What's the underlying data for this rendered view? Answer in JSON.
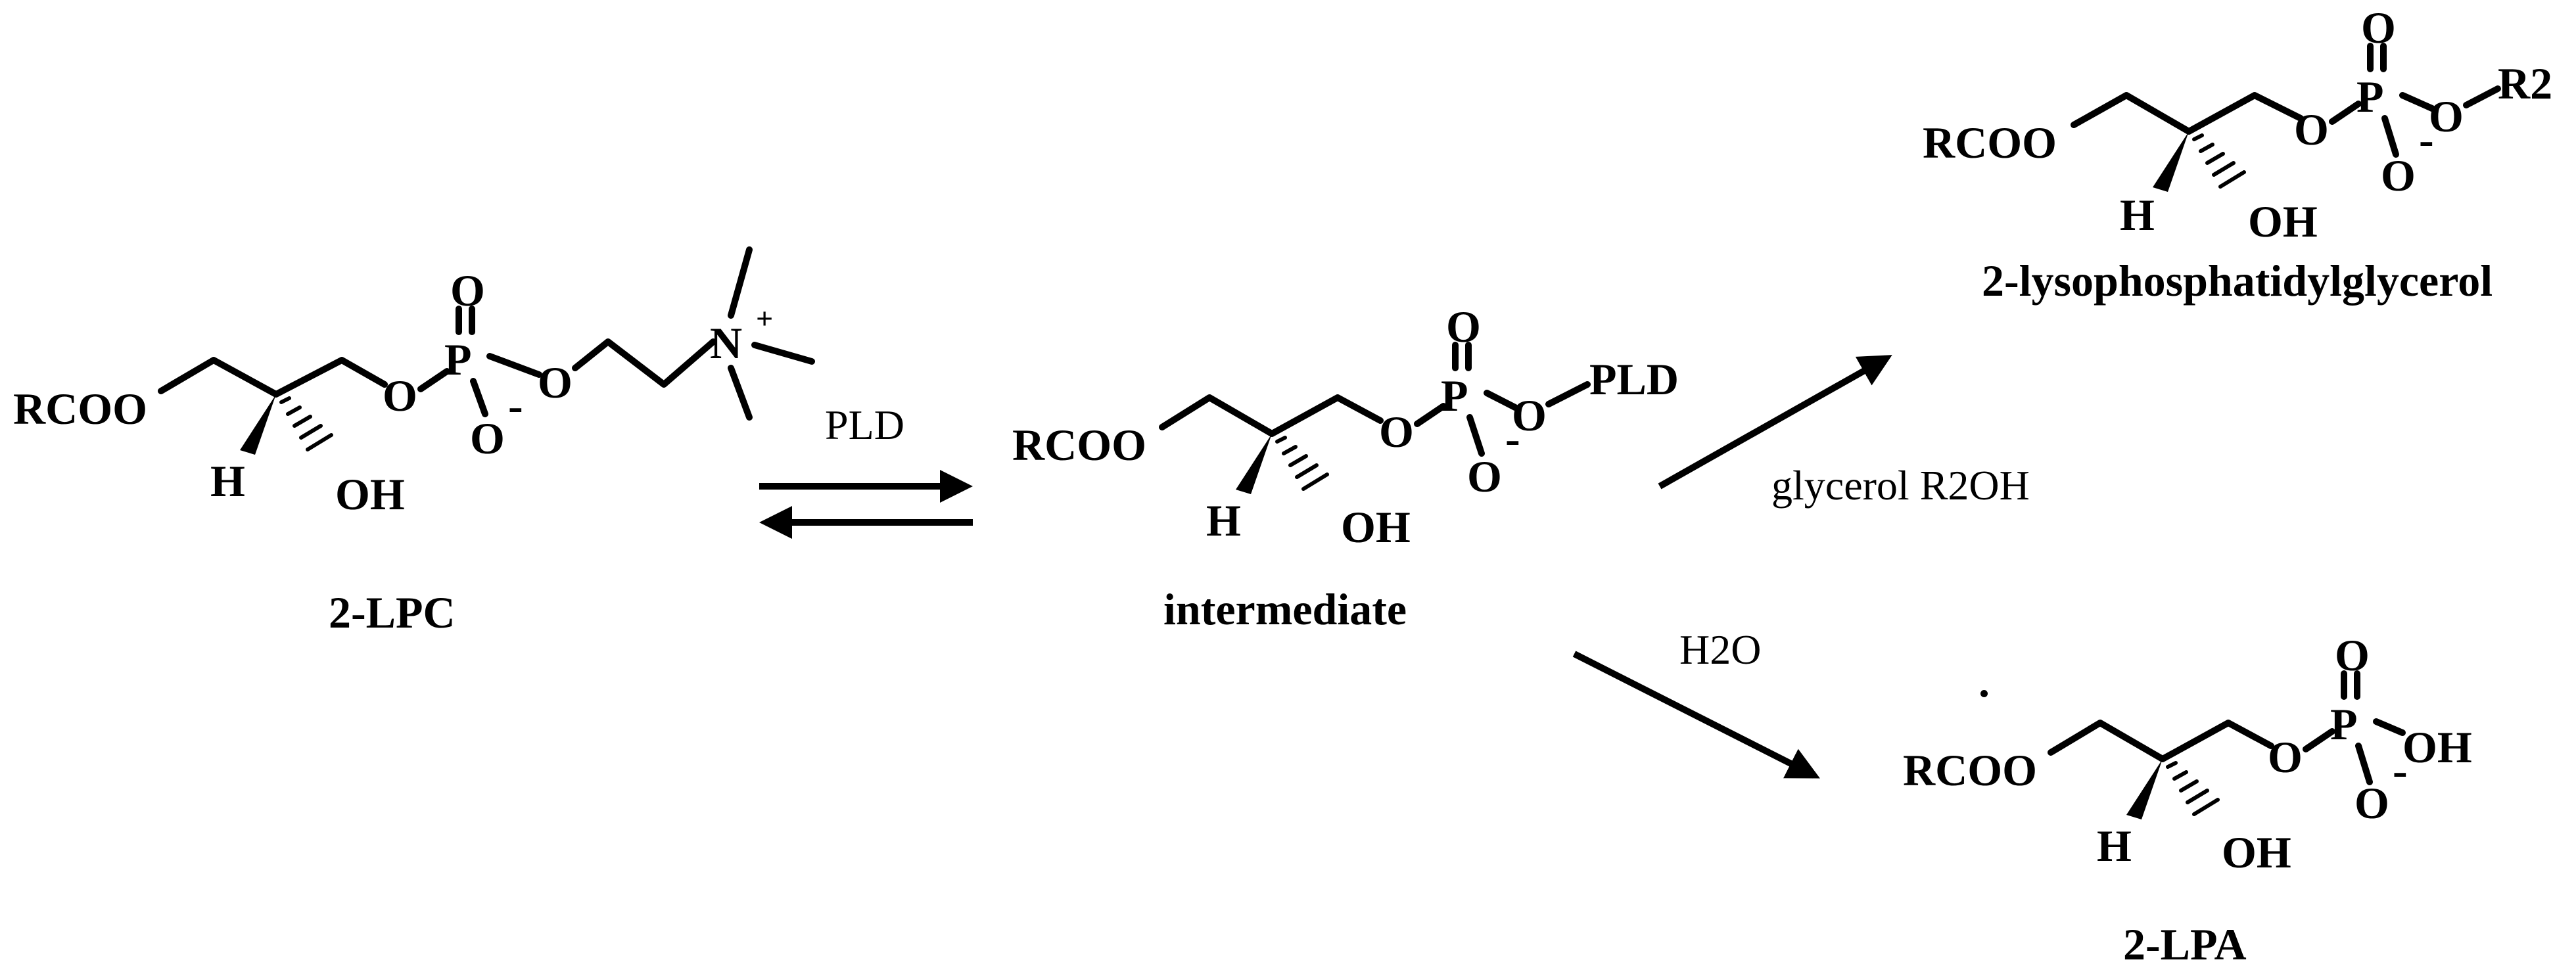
{
  "molecules": {
    "lpc": {
      "caption": "2-LPC",
      "acyl": "RCOO",
      "h": "H",
      "oh": "OH",
      "ester_o": "O",
      "p": "P",
      "o_top": "O",
      "o_bottom": "O",
      "o_minus": "-",
      "choline_o": "O",
      "n": "N",
      "n_charge": "+"
    },
    "intermediate": {
      "caption": "intermediate",
      "acyl": "RCOO",
      "h": "H",
      "oh": "OH",
      "ester_o": "O",
      "p": "P",
      "o_top": "O",
      "o_bottom": "O",
      "o_minus": "-",
      "link_o": "O",
      "enzyme": "PLD"
    },
    "lpg": {
      "caption": "2-lysophosphatidylglycerol",
      "acyl": "RCOO",
      "h": "H",
      "oh": "OH",
      "ester_o": "O",
      "p": "P",
      "o_top": "O",
      "o_bottom": "O",
      "o_minus": "-",
      "link_o": "O",
      "r2": "R2"
    },
    "lpa": {
      "caption": "2-LPA",
      "dot": ".",
      "acyl": "RCOO",
      "h": "H",
      "oh": "OH",
      "ester_o": "O",
      "p": "P",
      "o_top": "O",
      "o_bottom": "O",
      "o_minus": "-",
      "p_oh": "OH"
    }
  },
  "reactions": {
    "pld_step": "PLD",
    "glycerol_step": "glycerol R2OH",
    "hydrolysis_step": "H2O"
  }
}
